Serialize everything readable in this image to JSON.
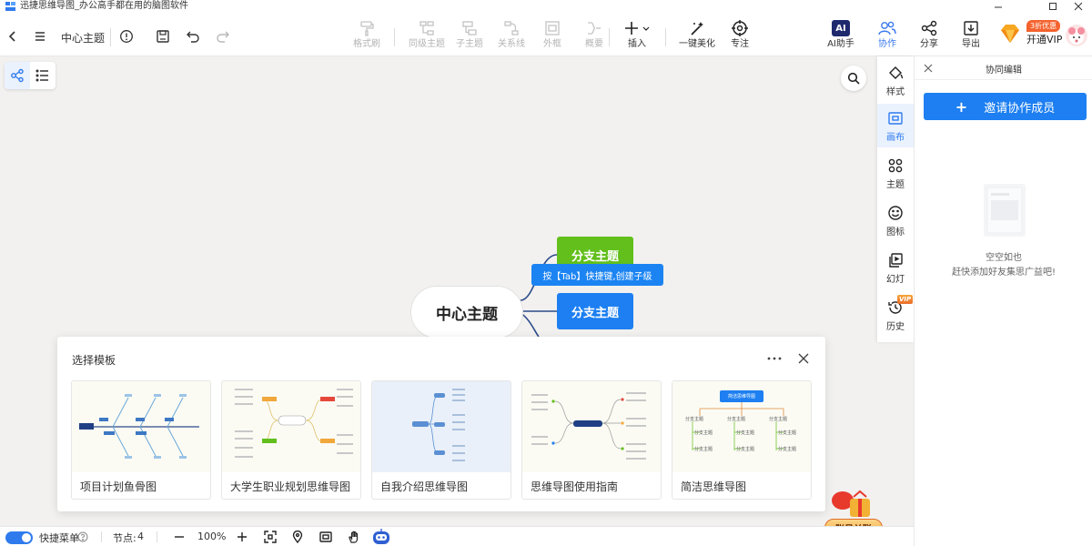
{
  "window": {
    "title": "迅捷思维导图_办公高手都在用的脑图软件"
  },
  "toolbar": {
    "doc_title": "中心主题",
    "tools": [
      {
        "label": "格式刷",
        "state": "disabled"
      },
      {
        "label": "同级主题",
        "state": "disabled"
      },
      {
        "label": "子主题",
        "state": "disabled"
      },
      {
        "label": "关系线",
        "state": "disabled"
      },
      {
        "label": "外框",
        "state": "disabled"
      },
      {
        "label": "概要",
        "state": "disabled"
      },
      {
        "label": "插入",
        "state": "enabled"
      },
      {
        "label": "一键美化",
        "state": "enabled"
      },
      {
        "label": "专注",
        "state": "enabled"
      }
    ],
    "right_tools": [
      {
        "label": "AI助手",
        "icon_text": "AI"
      },
      {
        "label": "协作",
        "active": true
      },
      {
        "label": "分享"
      },
      {
        "label": "导出"
      }
    ],
    "vip": {
      "label": "开通VIP",
      "promo": "3折优惠"
    }
  },
  "mindmap": {
    "central": "中心主题",
    "branches": [
      "分支主题",
      "分支主题"
    ],
    "tip": "按【Tab】快捷键,创建子级"
  },
  "template_panel": {
    "title": "选择模板",
    "cards": [
      {
        "name": "项目计划鱼骨图"
      },
      {
        "name": "大学生职业规划思维导图"
      },
      {
        "name": "自我介绍思维导图"
      },
      {
        "name": "思维导图使用指南"
      },
      {
        "name": "简洁思维导图",
        "thumb_root": "简洁思维导图",
        "thumb_branch": "分支主题",
        "thumb_sub": "分支主题"
      }
    ]
  },
  "right_column": {
    "items": [
      {
        "label": "样式"
      },
      {
        "label": "画布",
        "active": true
      },
      {
        "label": "主题"
      },
      {
        "label": "图标"
      },
      {
        "label": "幻灯"
      },
      {
        "label": "历史",
        "badge": "VIP"
      }
    ]
  },
  "collab_panel": {
    "title": "协同编辑",
    "invite_label": "邀请协作成员",
    "empty_line1": "空空如也",
    "empty_line2": "赶快添加好友集思广益吧!"
  },
  "account": {
    "badge": "账号关联"
  },
  "statusbar": {
    "quick_menu": "快捷菜单",
    "node_label": "节点:",
    "node_count": "4",
    "zoom": "100%"
  },
  "colors": {
    "accent": "#1d7ff1",
    "branch_green": "#62bf1c",
    "branch_blue": "#1d7ff1"
  }
}
